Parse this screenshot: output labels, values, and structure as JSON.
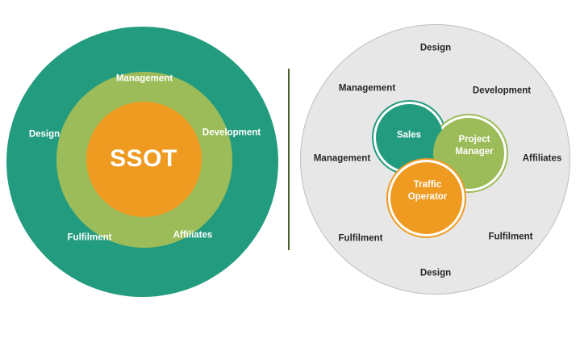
{
  "left_diagram": {
    "core": "SSOT",
    "labels": {
      "management": "Management",
      "design": "Design",
      "development": "Development",
      "fulfilment": "Fulfilment",
      "affiliates": "Affiliates"
    }
  },
  "right_diagram": {
    "sales": "Sales",
    "project_manager_line1": "Project",
    "project_manager_line2": "Manager",
    "traffic_operator_line1": "Traffic",
    "traffic_operator_line2": "Operator",
    "labels": {
      "design_top": "Design",
      "management_top": "Management",
      "development": "Development",
      "management_left": "Management",
      "affiliates": "Affiliates",
      "fulfilment_left": "Fulfilment",
      "fulfilment_right": "Fulfilment",
      "design_bottom": "Design"
    }
  },
  "colors": {
    "teal": "#239b7e",
    "green": "#9cbc59",
    "orange": "#ef9b22",
    "grey": "#e7e7e7",
    "divider": "#4b5e2d"
  }
}
